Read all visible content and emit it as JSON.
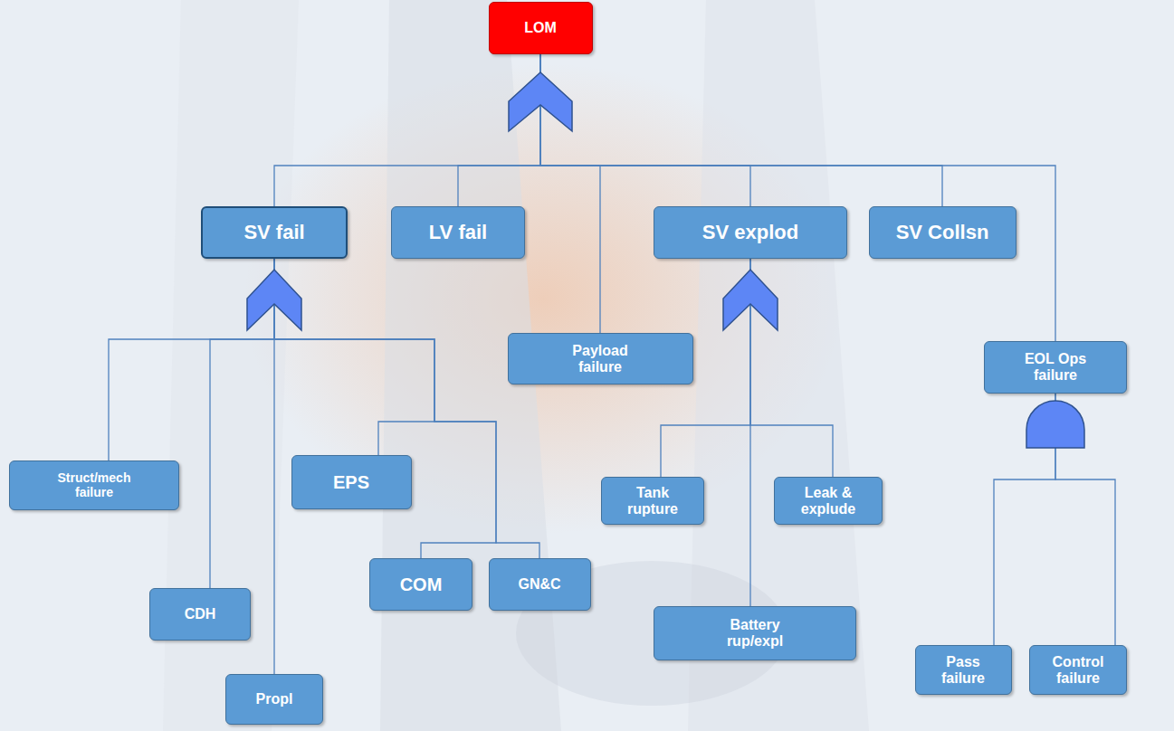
{
  "diagram": {
    "nodes": [
      {
        "text": [
          "LOM"
        ]
      },
      {
        "text": [
          "SV fail"
        ]
      },
      {
        "text": [
          "LV fail"
        ]
      },
      {
        "text": [
          "Payload failure"
        ]
      },
      {
        "text": [
          "SV explod"
        ]
      },
      {
        "text": [
          "SV Collsn"
        ]
      },
      {
        "text": [
          "EOL Ops failure"
        ]
      },
      {
        "text": [
          "Struct/mech failure"
        ]
      },
      {
        "text": [
          "CDH"
        ]
      },
      {
        "text": [
          "Propl"
        ]
      },
      {
        "text": [
          "EPS"
        ]
      },
      {
        "text": [
          "COM"
        ]
      },
      {
        "text": [
          "GN&C"
        ]
      },
      {
        "text": [
          "Tank rupture"
        ]
      },
      {
        "text": [
          "Leak & explude"
        ]
      },
      {
        "text": [
          "Battery rup/expl"
        ]
      },
      {
        "text": [
          "Pass failure"
        ]
      },
      {
        "text": [
          "Control failure"
        ]
      }
    ],
    "edges": [
      {
        "from": 0,
        "to": 1,
        "arrow": "none"
      },
      {
        "from": 0,
        "to": 2,
        "arrow": "none"
      },
      {
        "from": 0,
        "to": 3,
        "arrow": "none"
      },
      {
        "from": 0,
        "to": 4,
        "arrow": "none"
      },
      {
        "from": 0,
        "to": 5,
        "arrow": "none"
      },
      {
        "from": 0,
        "to": 6,
        "arrow": "none"
      },
      {
        "from": 1,
        "to": 7,
        "arrow": "none"
      },
      {
        "from": 1,
        "to": 8,
        "arrow": "none"
      },
      {
        "from": 1,
        "to": 9,
        "arrow": "none"
      },
      {
        "from": 1,
        "to": 10,
        "arrow": "none"
      },
      {
        "from": 1,
        "to": 11,
        "arrow": "none"
      },
      {
        "from": 1,
        "to": 12,
        "arrow": "none"
      },
      {
        "from": 4,
        "to": 13,
        "arrow": "none"
      },
      {
        "from": 4,
        "to": 14,
        "arrow": "none"
      },
      {
        "from": 4,
        "to": 15,
        "arrow": "none"
      },
      {
        "from": 6,
        "to": 16,
        "arrow": "none"
      },
      {
        "from": 6,
        "to": 17,
        "arrow": "none"
      }
    ]
  }
}
